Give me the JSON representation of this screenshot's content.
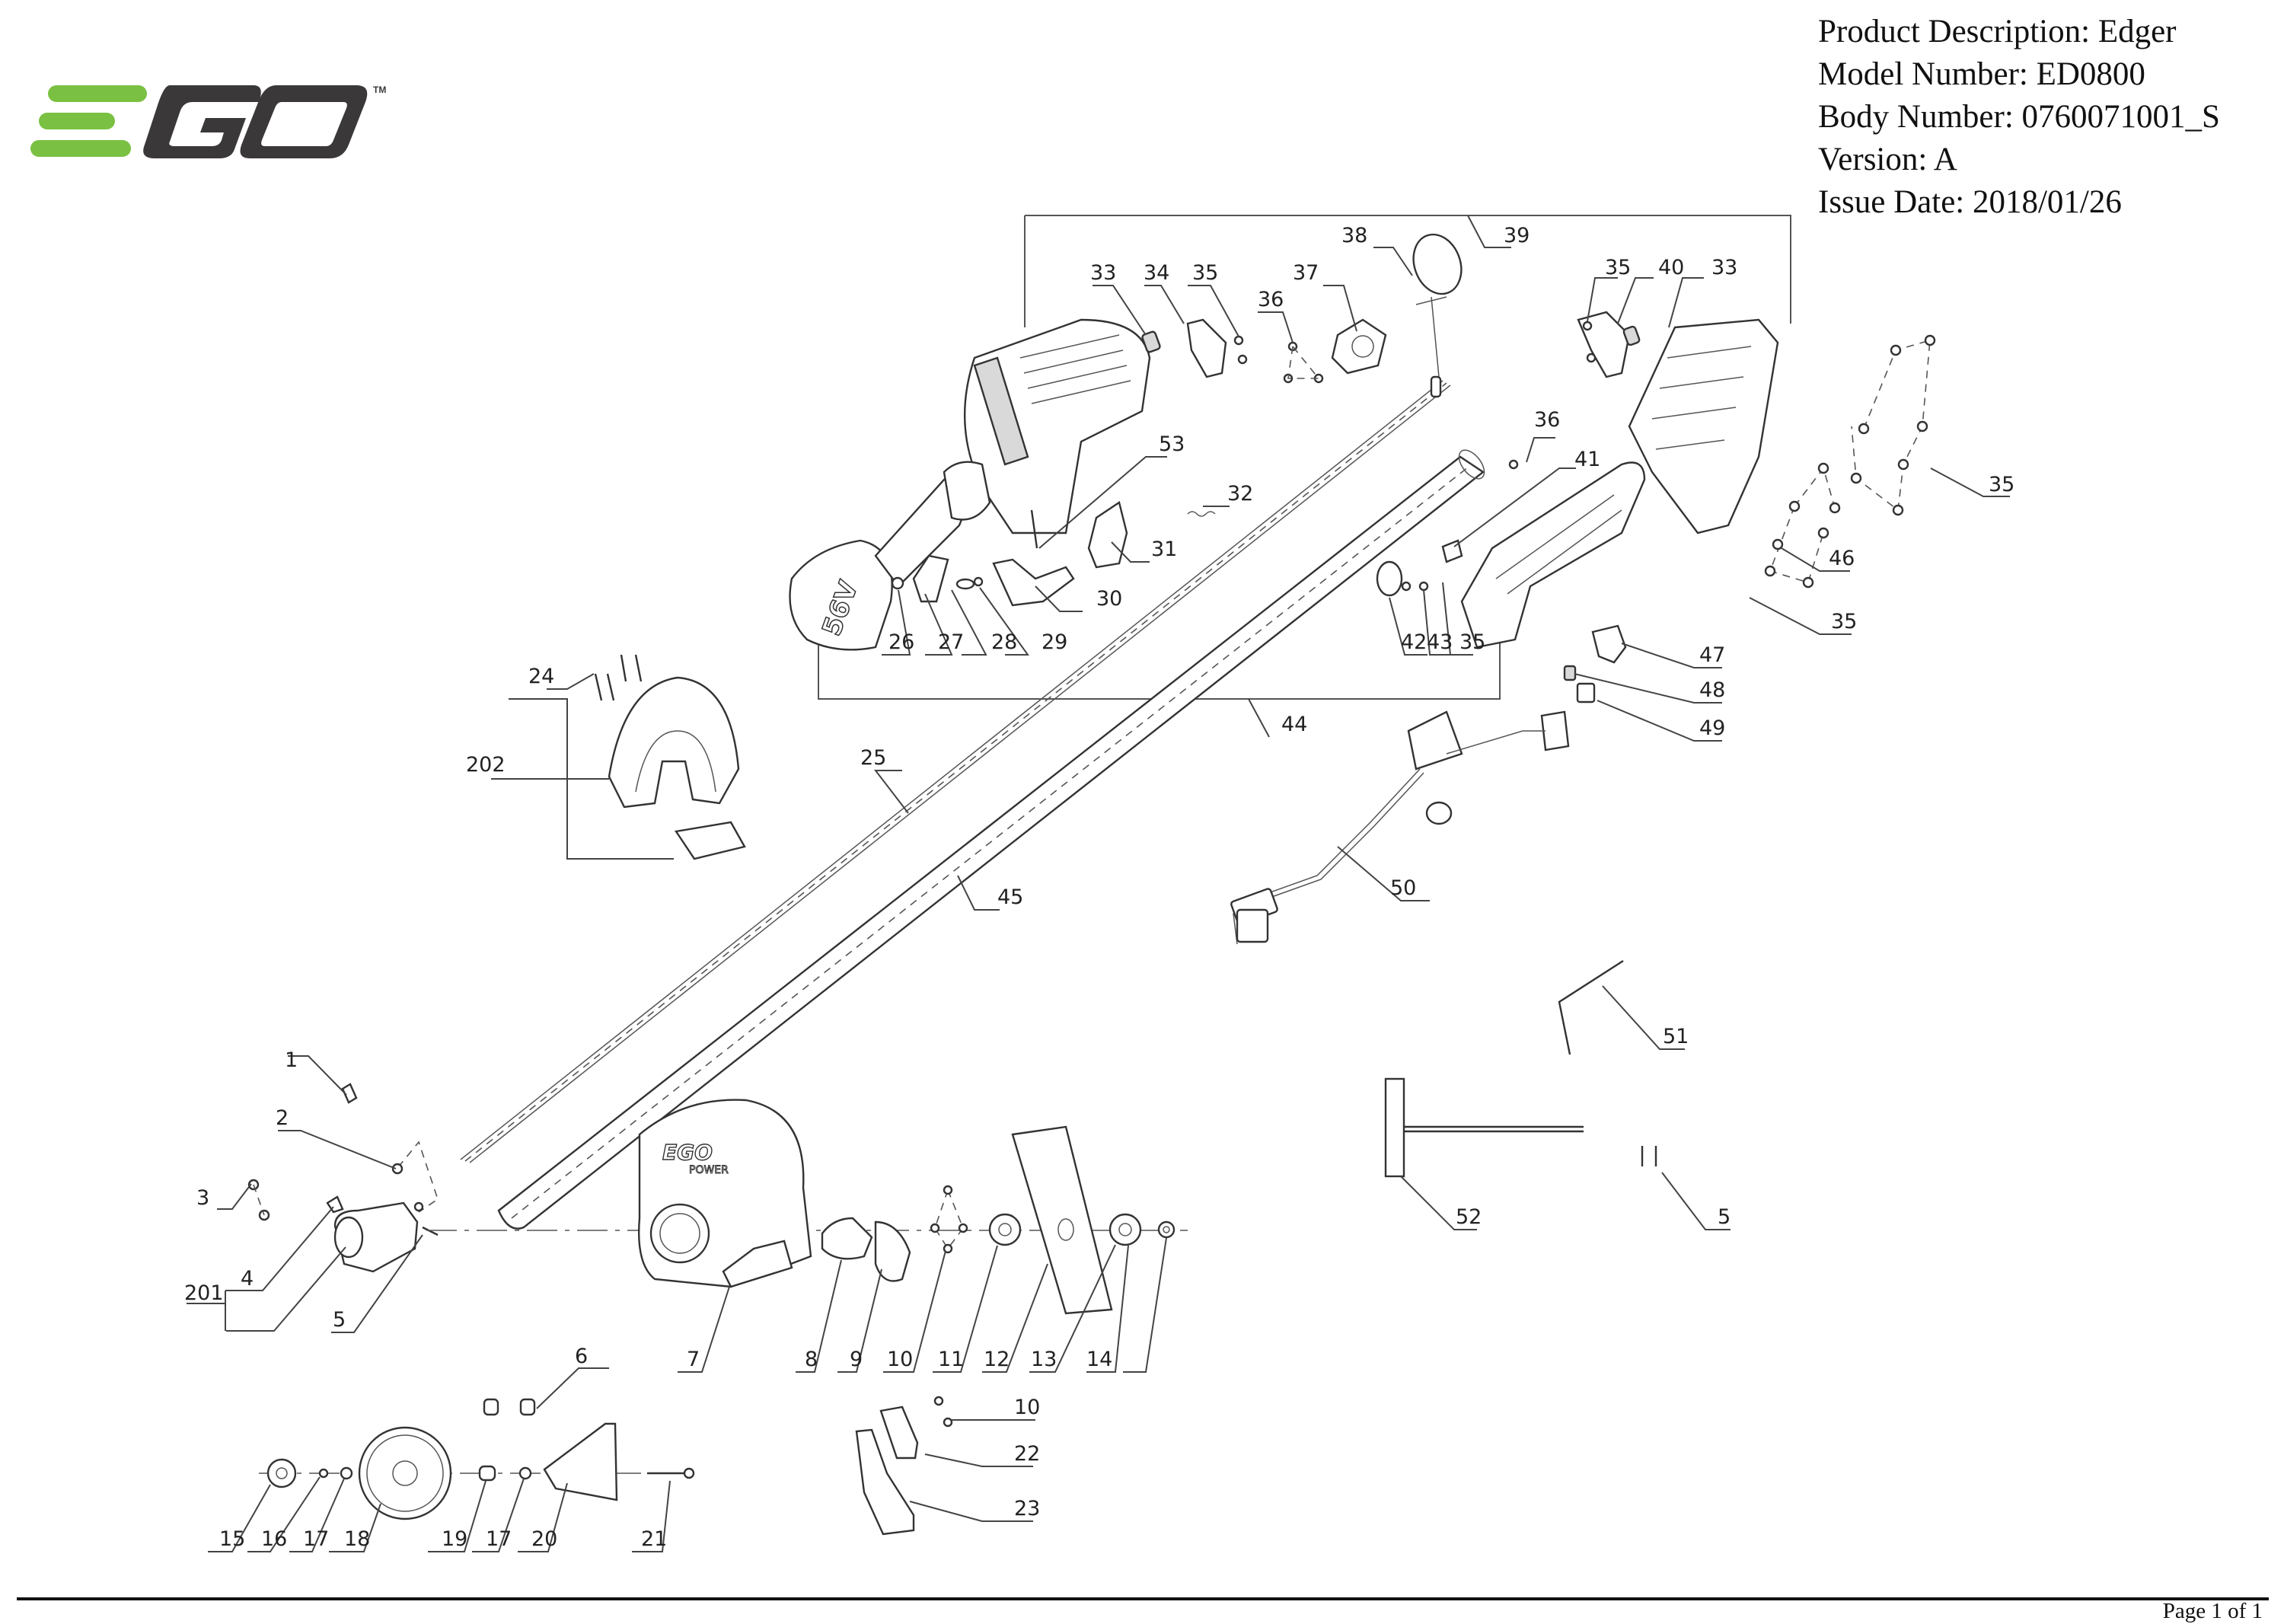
{
  "header": {
    "product_description": "Product Description: Edger",
    "model_number": "Model Number: ED0800",
    "body_number": "Body Number: 0760071001_S",
    "version": "Version: A",
    "issue_date": "Issue Date: 2018/01/26"
  },
  "logo": {
    "text": "EGO",
    "trademark": "TM",
    "green": "#7AC143",
    "dark": "#3A3838"
  },
  "guard_badge": {
    "brand": "EGO",
    "sub": "POWER"
  },
  "battery_badge": "56V",
  "callouts": {
    "c1": "1",
    "c2": "2",
    "c3": "3",
    "c4": "4",
    "c5a": "5",
    "c5b": "5",
    "c201": "201",
    "c6": "6",
    "c7": "7",
    "c8": "8",
    "c9": "9",
    "c10a": "10",
    "c10b": "10",
    "c11": "11",
    "c12": "12",
    "c13": "13",
    "c14": "14",
    "c15": "15",
    "c16": "16",
    "c17a": "17",
    "c18": "18",
    "c19": "19",
    "c17b": "17",
    "c20": "20",
    "c21": "21",
    "c22": "22",
    "c23": "23",
    "c24": "24",
    "c202": "202",
    "c25": "25",
    "c45": "45",
    "c26": "26",
    "c27": "27",
    "c28": "28",
    "c29": "29",
    "c30": "30",
    "c31": "31",
    "c32": "32",
    "c53": "53",
    "c44": "44",
    "c33a": "33",
    "c34": "34",
    "c35a": "35",
    "c36a": "36",
    "c37": "37",
    "c38": "38",
    "c39": "39",
    "c35b": "35",
    "c40": "40",
    "c33b": "33",
    "c36b": "36",
    "c41": "41",
    "c42": "42",
    "c43": "43",
    "c35c": "35",
    "c35d": "35",
    "c46": "46",
    "c35e": "35",
    "c47": "47",
    "c48": "48",
    "c49": "49",
    "c50": "50",
    "c51": "51",
    "c52": "52"
  },
  "footer": {
    "page": "Page 1 of 1"
  }
}
